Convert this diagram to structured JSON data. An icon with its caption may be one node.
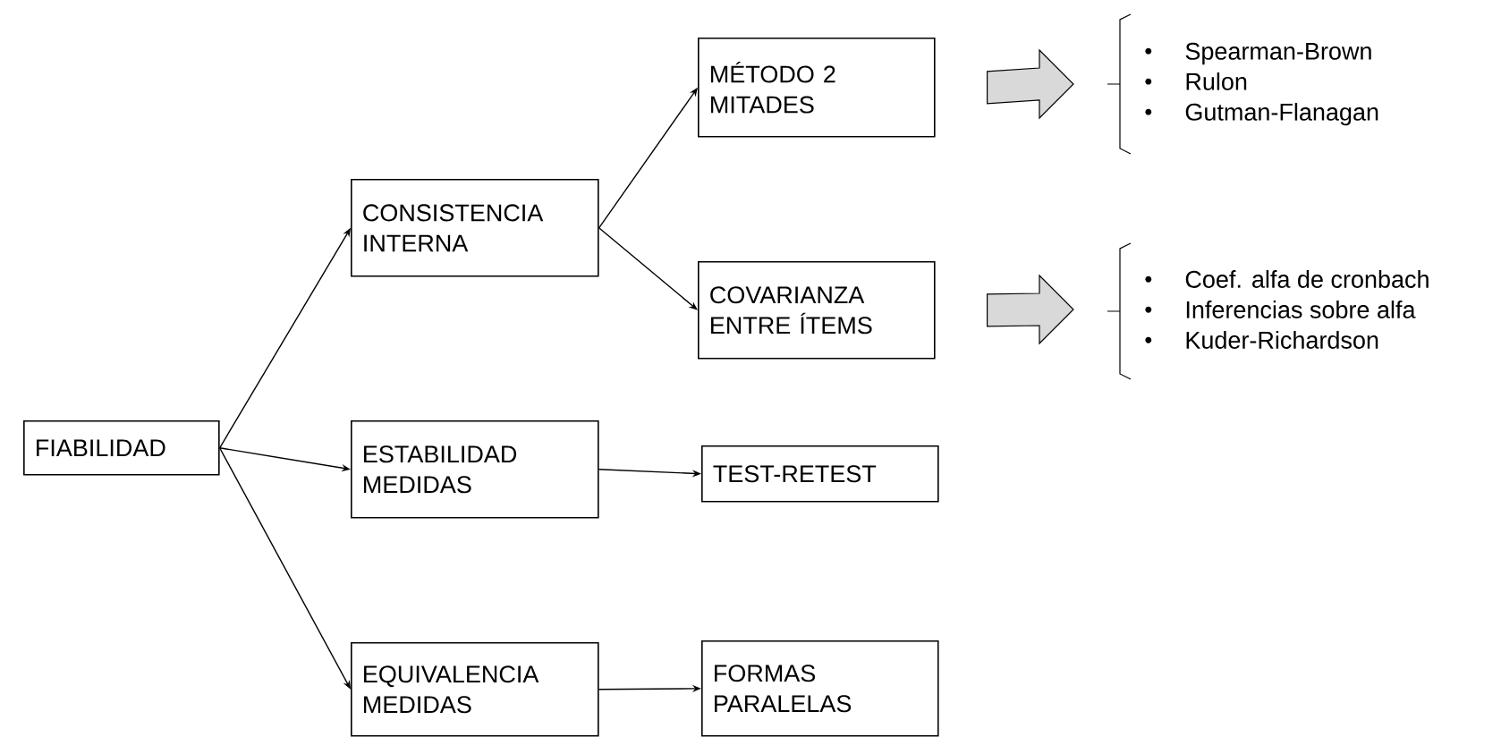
{
  "diagram": {
    "nodes": [
      {
        "text": [
          "FIABILIDAD"
        ]
      },
      {
        "text": [
          "CONSISTENCIA INTERNA"
        ]
      },
      {
        "text": [
          "MÉTODO 2 MITADES"
        ]
      },
      {
        "text": [
          "COVARIANZA ENTRE ÍTEMS"
        ]
      },
      {
        "text": [
          "ESTABILIDAD MEDIDAS"
        ]
      },
      {
        "text": [
          "TEST-RETEST"
        ]
      },
      {
        "text": [
          "EQUIVALENCIA MEDIDAS"
        ]
      },
      {
        "text": [
          "FORMAS PARALELAS"
        ]
      },
      {
        "text": [
          "Spearman-Brown",
          "Rulon",
          "Gutman-Flanagan"
        ]
      },
      {
        "text": [
          "Coef. alfa de cronbach",
          "Inferencias sobre alfa",
          "Kuder-Richardson"
        ]
      }
    ],
    "edges": [
      {
        "from": 0,
        "to": 1,
        "arrow": "to"
      },
      {
        "from": 0,
        "to": 4,
        "arrow": "to"
      },
      {
        "from": 0,
        "to": 6,
        "arrow": "to"
      },
      {
        "from": 1,
        "to": 2,
        "arrow": "to"
      },
      {
        "from": 1,
        "to": 3,
        "arrow": "to"
      },
      {
        "from": 4,
        "to": 5,
        "arrow": "to"
      },
      {
        "from": 6,
        "to": 7,
        "arrow": "to"
      },
      {
        "from": 2,
        "to": 8,
        "arrow": "to",
        "style": "thick"
      },
      {
        "from": 3,
        "to": 9,
        "arrow": "to",
        "style": "thick"
      }
    ]
  }
}
